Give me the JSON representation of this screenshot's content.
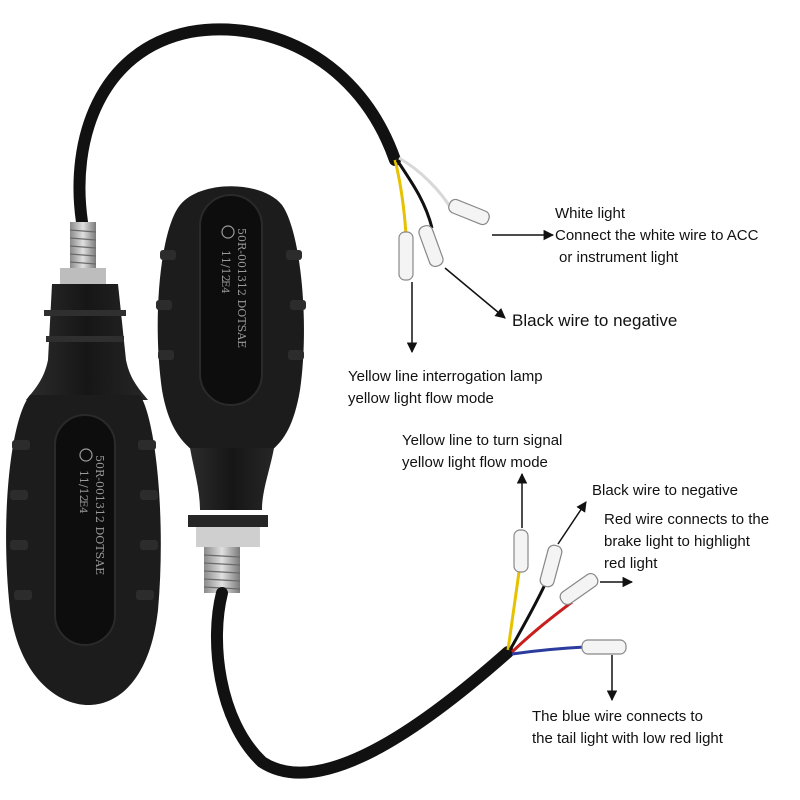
{
  "labels": {
    "white_light": {
      "title": "White light",
      "line1": "Connect the white wire to ACC",
      "line2": "or instrument light"
    },
    "black_negative_top": "Black wire to negative",
    "yellow_interrogation": {
      "line1": "Yellow line interrogation lamp",
      "line2": "yellow light flow mode"
    },
    "yellow_turn": {
      "line1": "Yellow line to turn signal",
      "line2": "yellow light flow mode"
    },
    "black_negative_bottom": "Black wire to negative",
    "red_brake": {
      "line1": "Red wire connects to the",
      "line2": "brake light to highlight",
      "line3": "red light"
    },
    "blue_tail": {
      "line1": "The blue wire connects to",
      "line2": "the tail light with low red light"
    }
  },
  "lamp_markings": {
    "code_top": "11/12",
    "code_left": "11/12",
    "cert_badge": "E4",
    "serial": "50R-001312 DOTSAE"
  },
  "colors": {
    "housing": "#1b1b1b",
    "lens": "#0d0d0d",
    "cable": "#111111",
    "wire_white": "#e8e8e8",
    "wire_yellow": "#e6c200",
    "wire_red": "#c81e1e",
    "wire_blue": "#2b3c9e",
    "wire_black": "#101010",
    "arrow": "#111111"
  }
}
